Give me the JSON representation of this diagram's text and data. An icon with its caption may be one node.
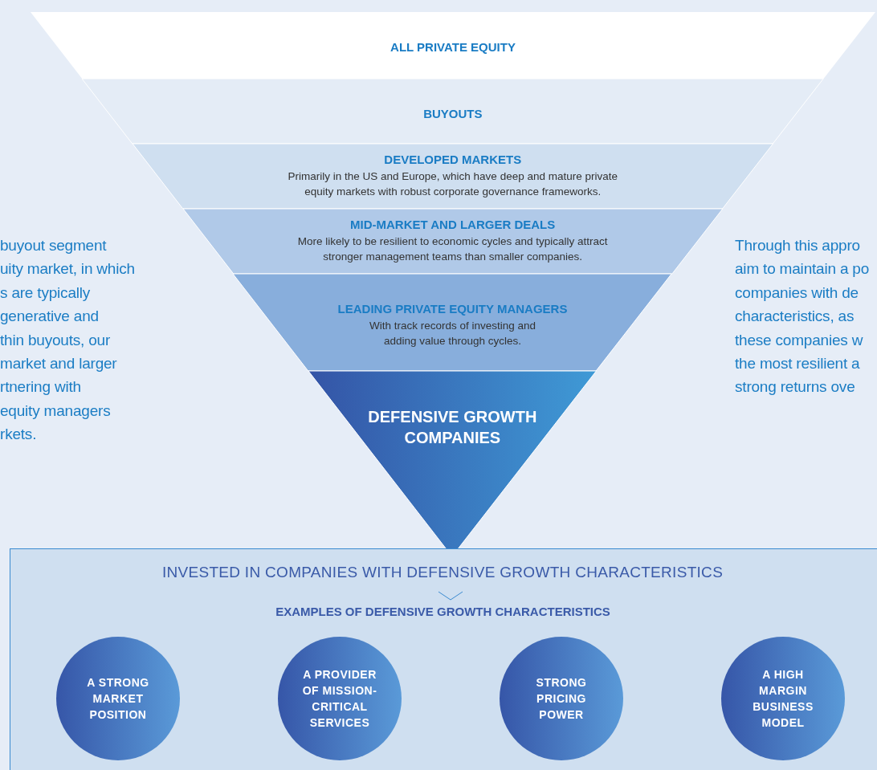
{
  "diagram": {
    "nodes": [
      {
        "text": [
          "ALL PRIVATE EQUITY"
        ]
      },
      {
        "text": [
          "BUYOUTS"
        ]
      },
      {
        "text": [
          "DEVELOPED MARKETS",
          "Primarily in the US and Europe, which have deep and mature private equity markets with robust corporate governance frameworks."
        ]
      },
      {
        "text": [
          "MID-MARKET AND LARGER DEALS",
          "More likely to be resilient to economic cycles and typically attract stronger management teams than smaller companies."
        ]
      },
      {
        "text": [
          "LEADING PRIVATE EQUITY MANAGERS",
          "With track records of investing and adding value through cycles."
        ]
      },
      {
        "text": [
          "DEFENSIVE GROWTH COMPANIES"
        ]
      },
      {
        "text": [
          "INVESTED IN COMPANIES WITH DEFENSIVE GROWTH CHARACTERISTICS"
        ]
      },
      {
        "text": [
          "EXAMPLES OF DEFENSIVE GROWTH CHARACTERISTICS"
        ]
      },
      {
        "text": [
          "A STRONG MARKET POSITION"
        ],
        "in": 7
      },
      {
        "text": [
          "A PROVIDER OF MISSION-CRITICAL SERVICES"
        ],
        "in": 7
      },
      {
        "text": [
          "STRONG PRICING POWER"
        ],
        "in": 7
      },
      {
        "text": [
          "A HIGH MARGIN BUSINESS MODEL"
        ],
        "in": 7
      }
    ],
    "labels": [
      "buyout segment",
      "uity market, in which",
      "s are typically",
      "generative and",
      "thin buyouts, our",
      "market and larger",
      "rtnering with",
      "equity managers",
      "rkets.",
      "Through this appro",
      "aim to maintain a po",
      "companies with de",
      "characteristics, as",
      "these companies w",
      "the most resilient a",
      "strong returns ove"
    ]
  }
}
